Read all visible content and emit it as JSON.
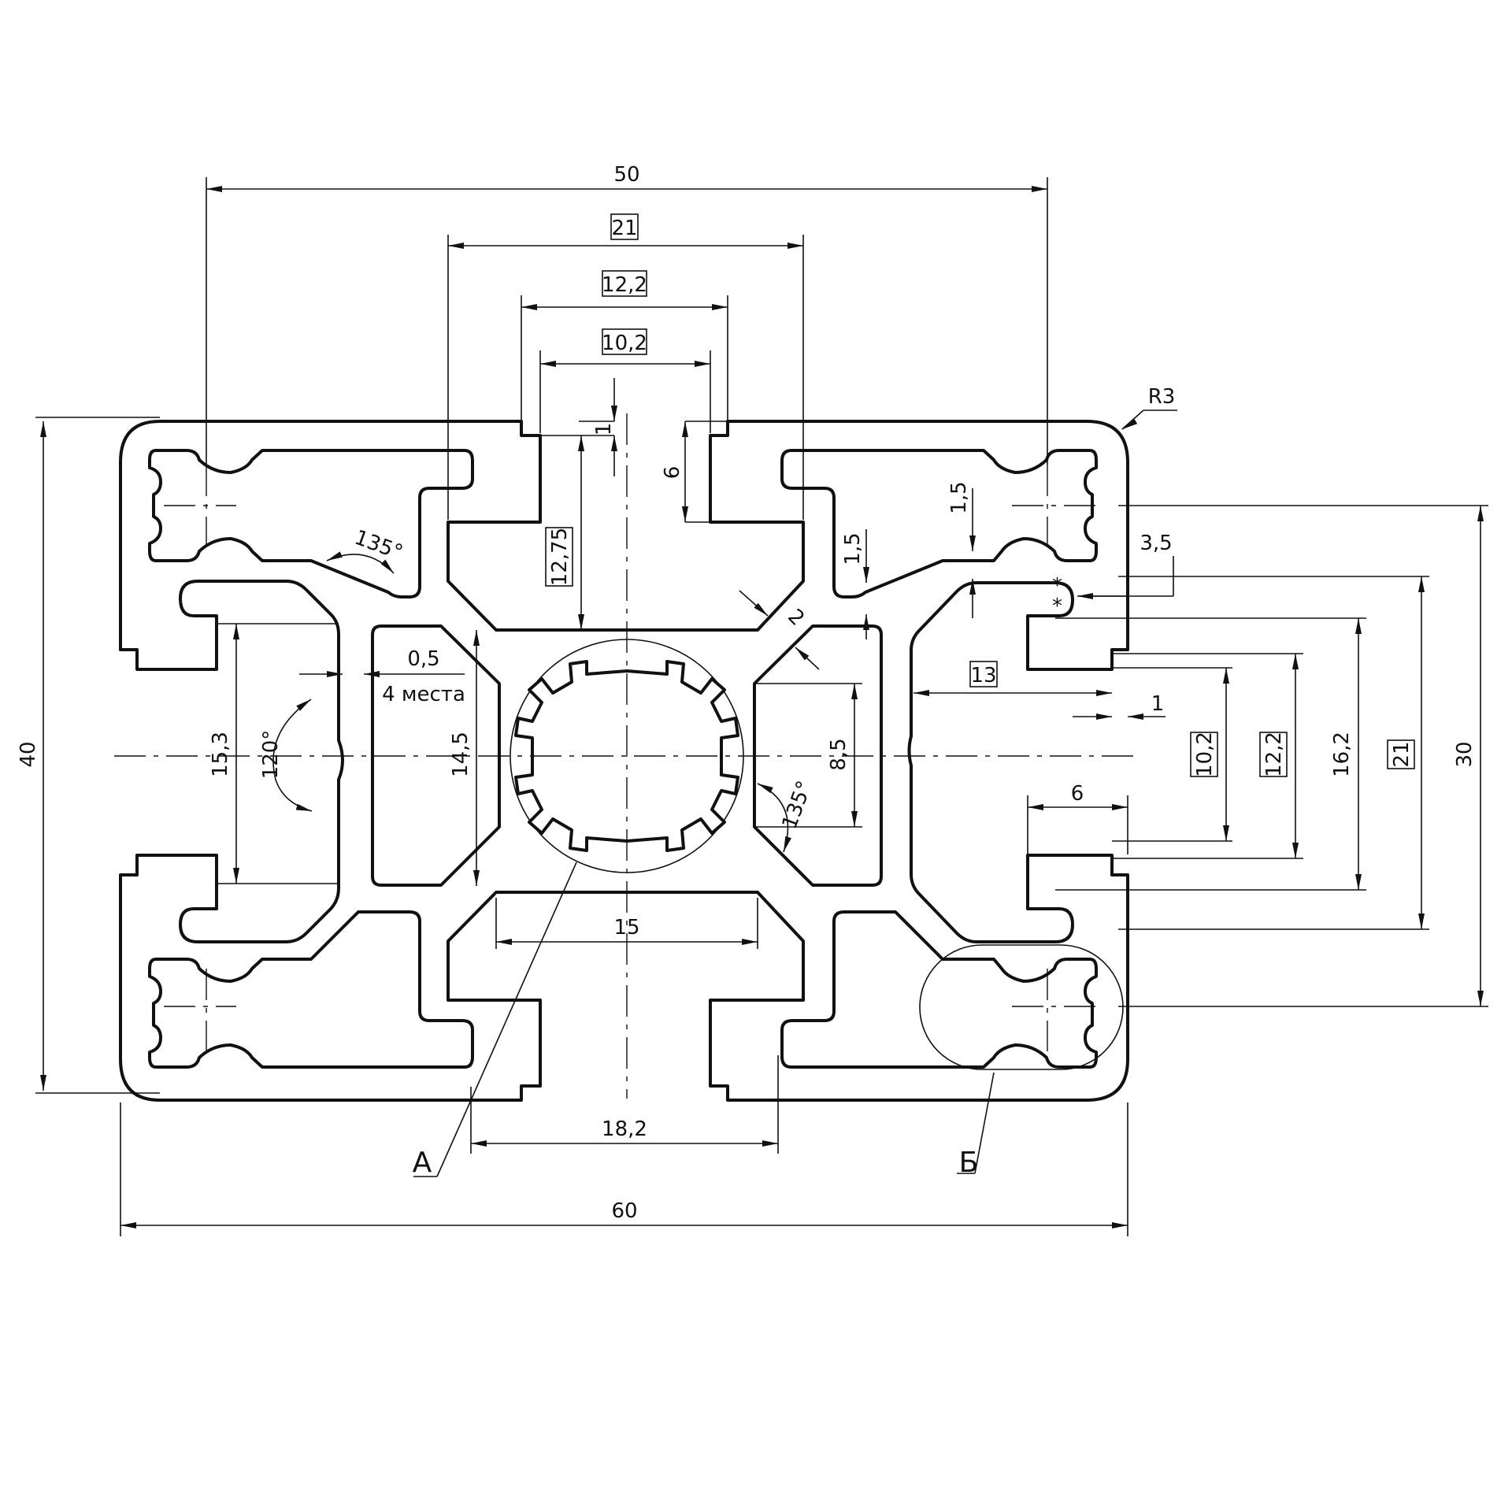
{
  "dimensions": {
    "top_width": "50",
    "top_slot_basic": "21",
    "top_slot_width_1": "12,2",
    "top_slot_width_2": "10,2",
    "lip_1": "1",
    "lip_6": "6",
    "depth_12_75": "12,75",
    "lip_15_a": "1,5",
    "lip_15_b": "1,5",
    "radius": "R3",
    "right_35": "3,5",
    "chamfer_2": "2",
    "right_13": "13",
    "right_1": "1",
    "right_slot_10_2": "10,2",
    "right_slot_12_2": "12,2",
    "right_16_2": "16,2",
    "right_slot_21": "21",
    "right_30": "30",
    "right_6": "6",
    "left_40": "40",
    "left_15_3": "15,3",
    "angle_120": "120°",
    "angle_135_a": "135°",
    "angle_135_b": "135°",
    "half_mm": "0,5",
    "places": "4 места",
    "inner_14_5": "14,5",
    "inner_8_5": "8,5",
    "inner_15": "15",
    "bottom_18_2": "18,2",
    "bottom_60": "60"
  },
  "callouts": {
    "detail_a": "А",
    "detail_b": "Б"
  }
}
